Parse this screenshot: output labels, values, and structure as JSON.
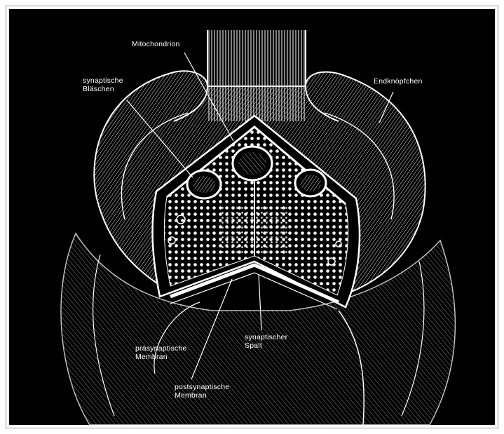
{
  "labels": {
    "mitochondrion": "Mitochondrion",
    "synaptic_vesicles": [
      "synaptische",
      "Bläschen"
    ],
    "end_button": "Endknöpfchen",
    "presynaptic_membrane": [
      "präsynaptische",
      "Membran"
    ],
    "synaptic_cleft": [
      "synaptischer",
      "Spalt"
    ],
    "postsynaptic_membrane": [
      "postsynaptische",
      "Membran"
    ]
  },
  "colors": {
    "background": "#000000",
    "line_art": "#ffffff",
    "frame": "#9a9a9a"
  }
}
